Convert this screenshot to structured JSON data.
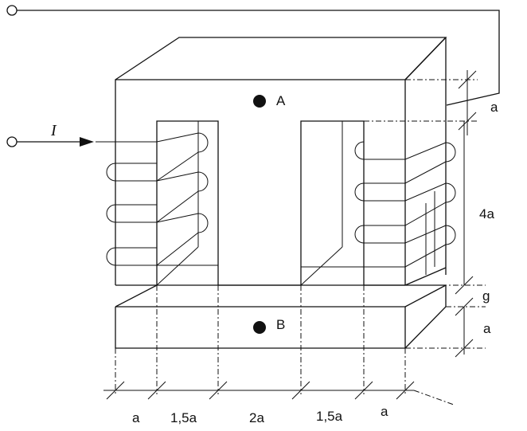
{
  "labels": {
    "current": "I",
    "point_a": "A",
    "point_b": "B",
    "dim_top_a": "a",
    "dim_window_height": "4a",
    "dim_gap": "g",
    "dim_yoke_a": "a",
    "bottom_dims": [
      "a",
      "1,5a",
      "2a",
      "1,5a",
      "a"
    ]
  }
}
